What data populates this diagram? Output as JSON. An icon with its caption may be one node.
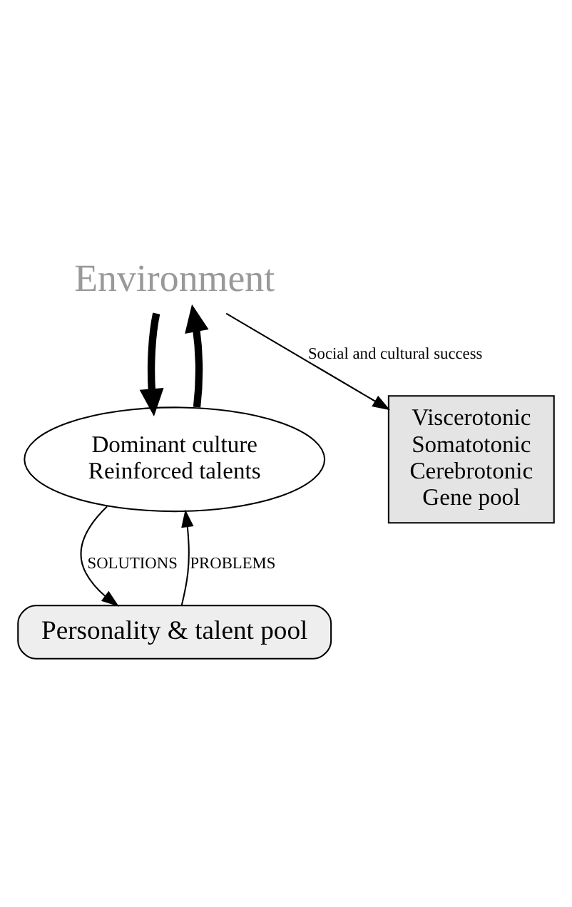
{
  "diagram": {
    "nodes": [
      {
        "text": [
          "Environment"
        ]
      },
      {
        "text": [
          "Dominant culture",
          "Reinforced talents"
        ]
      },
      {
        "text": [
          "Personality & talent pool"
        ]
      },
      {
        "text": [
          "Viscerotonic",
          "Somatotonic",
          "Cerebrotonic",
          "Gene pool"
        ]
      }
    ],
    "edges": [
      {
        "from": 1,
        "to": 0,
        "arrow": "to",
        "style": "thick"
      },
      {
        "from": 0,
        "to": 1,
        "arrow": "to",
        "style": "thick"
      },
      {
        "from": 1,
        "to": 2,
        "arrow": "to",
        "label": "SOLUTIONS"
      },
      {
        "from": 2,
        "to": 1,
        "arrow": "to",
        "label": "PROBLEMS"
      },
      {
        "from": 0,
        "to": 3,
        "arrow": "to",
        "label": "Social and cultural success"
      }
    ]
  }
}
